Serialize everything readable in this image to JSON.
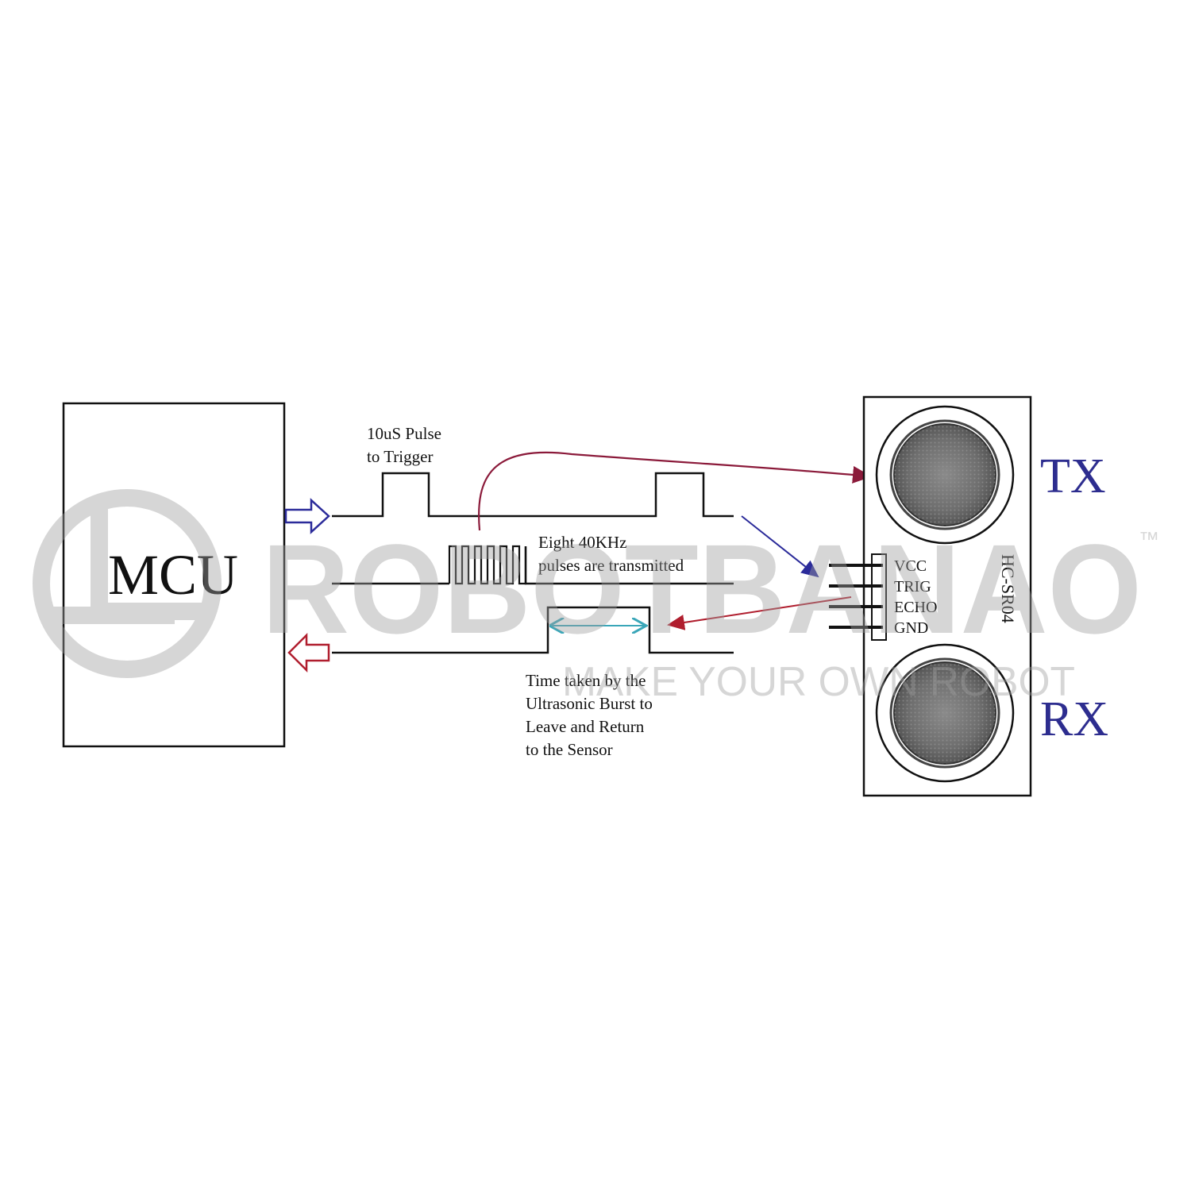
{
  "mcu": {
    "label": "MCU"
  },
  "trigger_note": {
    "line1": "10uS Pulse",
    "line2": "to Trigger"
  },
  "burst_note": {
    "line1": "Eight 40KHz",
    "line2": "pulses are transmitted"
  },
  "echo_note": {
    "line1": "Time taken by the",
    "line2": "Ultrasonic Burst to",
    "line3": "Leave and Return",
    "line4": "to the Sensor"
  },
  "sensor": {
    "model": "HC-SR04",
    "pins": [
      "VCC",
      "TRIG",
      "ECHO",
      "GND"
    ],
    "tx_label": "TX",
    "rx_label": "RX"
  },
  "watermark": {
    "brand": "ROBOTBANAO",
    "trademark": "™",
    "tagline": "MAKE YOUR OWN ROBOT"
  },
  "colors": {
    "line": "#111111",
    "blue_arrow": "#2b2b9a",
    "red_arrow": "#b01e2e",
    "maroon_curve": "#8b1a3a",
    "cyan_measure": "#3aa6b8",
    "label_blue": "#2d2d8f",
    "watermark": "#bdbdbd"
  }
}
